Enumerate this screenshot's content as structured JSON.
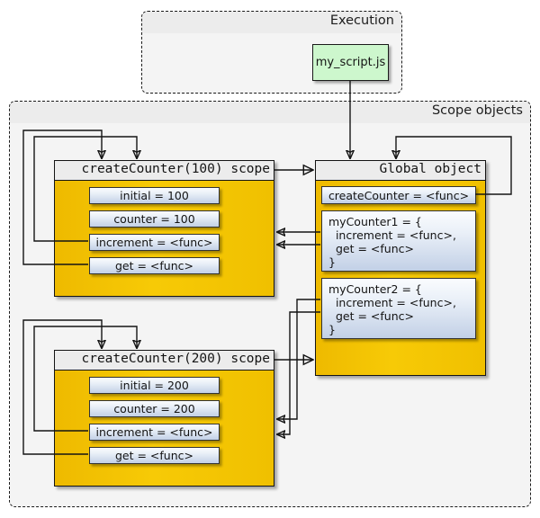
{
  "diagram": {
    "title_kind": "javascript-closure-scope-diagram",
    "colors": {
      "object_fill": "#F2C200",
      "member_fill": "#C2D0E6",
      "script_fill": "#CDF7CD",
      "group_fill": "#F4F4F4",
      "header_fill": "#ECECEC",
      "stroke": "#141414"
    }
  },
  "execution_group": {
    "title": "Execution",
    "script_node": {
      "label": "my_script.js"
    }
  },
  "scope_group": {
    "title": "Scope objects",
    "objects": [
      {
        "id": "scope100",
        "title": "createCounter(100) scope",
        "members": [
          {
            "label": "initial = 100"
          },
          {
            "label": "counter = 100"
          },
          {
            "label": "increment = <func>"
          },
          {
            "label": "get = <func>"
          }
        ]
      },
      {
        "id": "global",
        "title": "Global object",
        "members": [
          {
            "label": "createCounter = <func>"
          },
          {
            "label": "myCounter1 = {\n  increment = <func>,\n  get = <func>\n}"
          },
          {
            "label": "myCounter2 = {\n  increment = <func>,\n  get = <func>\n}"
          }
        ]
      },
      {
        "id": "scope200",
        "title": "createCounter(200) scope",
        "members": [
          {
            "label": "initial = 200"
          },
          {
            "label": "counter = 200"
          },
          {
            "label": "increment = <func>"
          },
          {
            "label": "get = <func>"
          }
        ]
      }
    ]
  }
}
